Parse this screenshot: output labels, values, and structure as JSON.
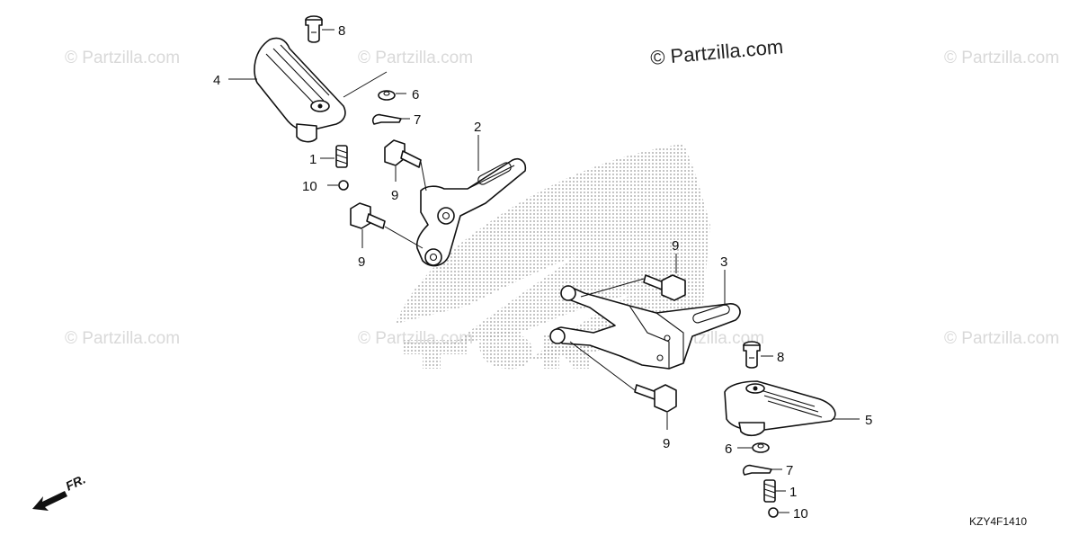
{
  "copyright_main": "© Partzilla.com",
  "watermark_text": "© Partzilla.com",
  "diagram_code": "KZY4F1410",
  "front_indicator": "FR.",
  "callouts": {
    "c1a": "1",
    "c1b": "1",
    "c2": "2",
    "c3": "3",
    "c4": "4",
    "c5": "5",
    "c6a": "6",
    "c6b": "6",
    "c7a": "7",
    "c7b": "7",
    "c8a": "8",
    "c8b": "8",
    "c9a": "9",
    "c9b": "9",
    "c9c": "9",
    "c9d": "9",
    "c10a": "10",
    "c10b": "10"
  },
  "colors": {
    "line": "#111111",
    "watermark": "#d9d9d9",
    "logo_dots": "#9a9a9a"
  }
}
